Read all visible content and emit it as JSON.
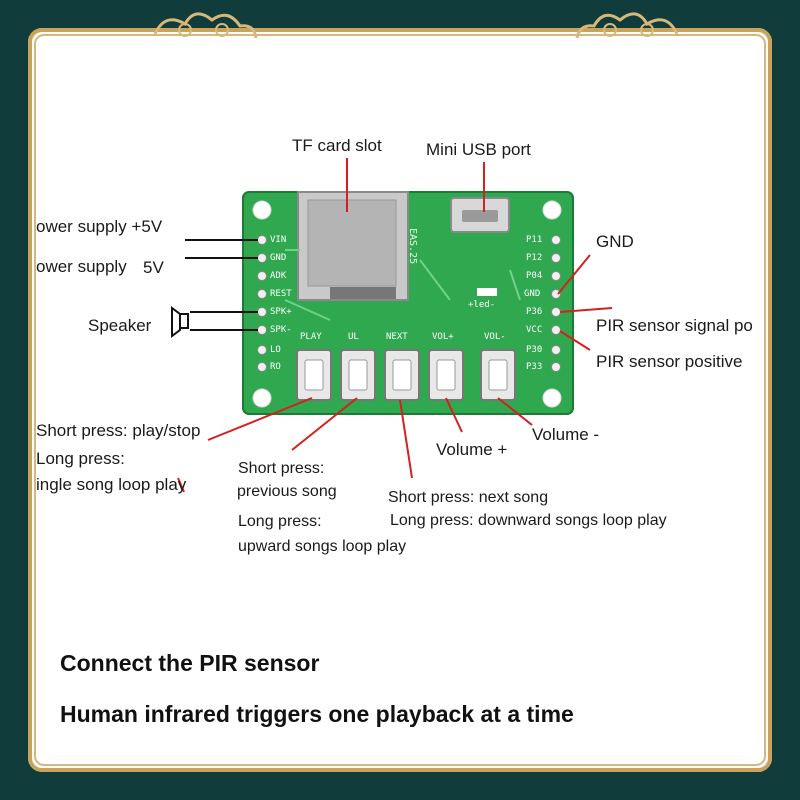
{
  "labels": {
    "tf_card_slot": "TF card slot",
    "mini_usb_port": "Mini USB port",
    "power_supply_plus": "ower supply +5V",
    "power_supply_gnd": "ower supply",
    "power_supply_5v": "5V",
    "speaker": "Speaker",
    "gnd": "GND",
    "pir_signal": "PIR sensor signal po",
    "pir_positive": "PIR sensor positive",
    "short_press_play": "Short press: play/stop",
    "long_press_1": "Long press:",
    "single_song_loop": "ingle song loop play",
    "short_press_prev_1": "Short press:",
    "short_press_prev_2": "previous song",
    "long_press_prev_1": "Long press:",
    "long_press_prev_2": "upward songs loop play",
    "volume_plus": "Volume +",
    "volume_minus": "Volume -",
    "short_press_next": "Short press: next song",
    "long_press_next": "Long press: downward songs loop play"
  },
  "board": {
    "silkscreen_code": "EAS.25",
    "led_label": "+led-",
    "left_pins": [
      "VIN",
      "GND",
      "ADK",
      "REST",
      "SPK+",
      "SPK-",
      "LO",
      "RO"
    ],
    "right_pins": [
      "P11",
      "P12",
      "P04",
      "GND",
      "P36",
      "VCC",
      "P30",
      "P33"
    ],
    "button_labels": [
      "PLAY",
      "UL",
      "NEXT",
      "VOL+",
      "VOL-"
    ],
    "color": "#2fa84f"
  },
  "footer": {
    "line1": "Connect the PIR sensor",
    "line2": "Human infrared triggers one playback at a time"
  },
  "colors": {
    "frame": "#103c3c",
    "gold": "#c9a35a",
    "pointer_red": "#d42020",
    "wire_black": "#111111"
  }
}
